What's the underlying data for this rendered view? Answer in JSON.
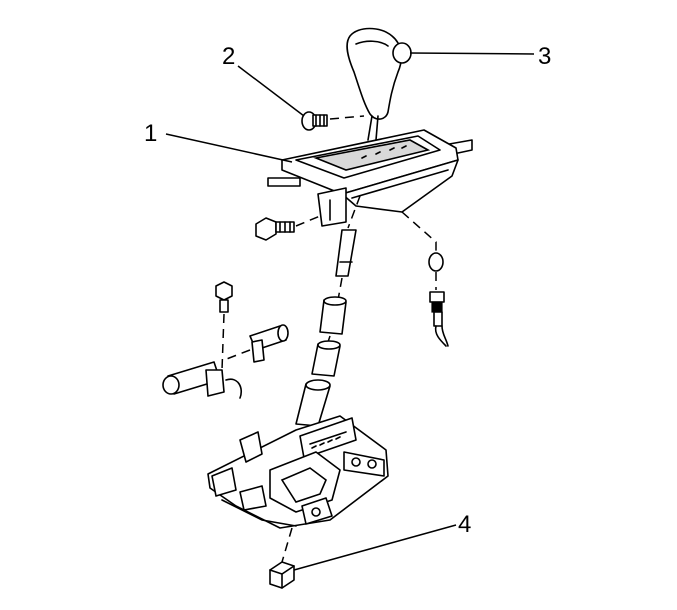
{
  "callouts": [
    {
      "id": "1",
      "label": "1"
    },
    {
      "id": "2",
      "label": "2"
    },
    {
      "id": "3",
      "label": "3"
    },
    {
      "id": "4",
      "label": "4"
    }
  ],
  "colors": {
    "ink": "#000000",
    "paper": "#ffffff",
    "shade": "#d9d9d9"
  }
}
